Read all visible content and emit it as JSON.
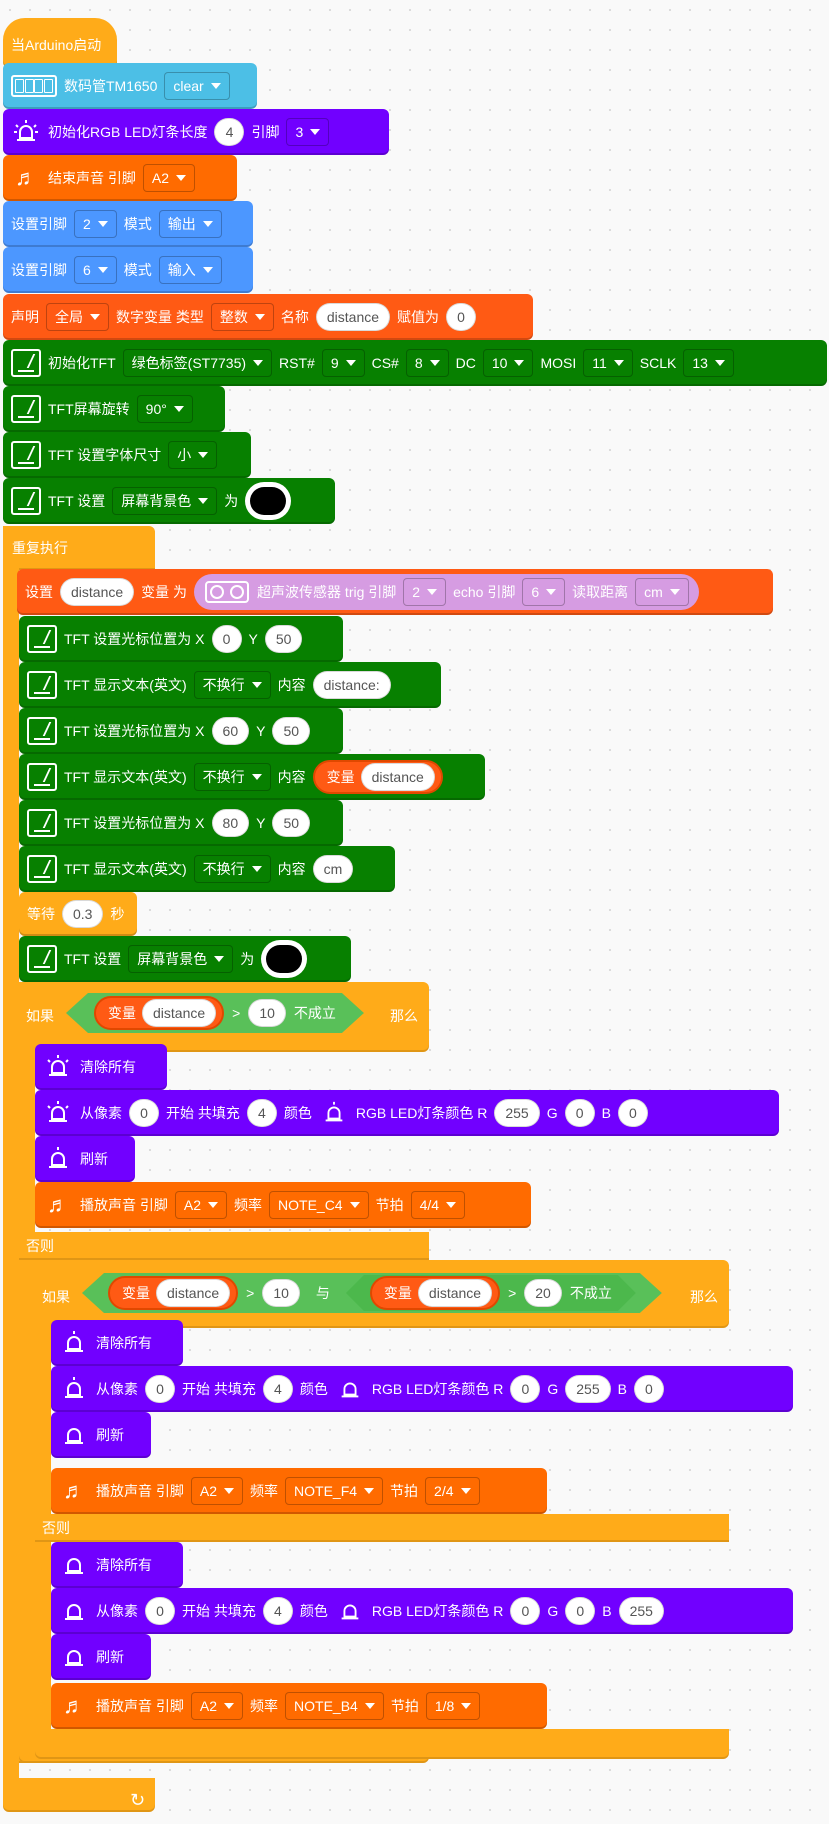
{
  "hat": {
    "label": "当Arduino启动"
  },
  "tm1650": {
    "label": "数码管TM1650",
    "value": "clear"
  },
  "rgb_init": {
    "label": "初始化RGB LED灯条长度",
    "length": "4",
    "pin_label": "引脚",
    "pin": "3"
  },
  "end_tone": {
    "label": "结束声音 引脚",
    "pin": "A2"
  },
  "pin_mode_1": {
    "label": "设置引脚",
    "pin": "2",
    "mode_label": "模式",
    "mode": "输出"
  },
  "pin_mode_2": {
    "label": "设置引脚",
    "pin": "6",
    "mode_label": "模式",
    "mode": "输入"
  },
  "declare": {
    "label": "声明",
    "scope": "全局",
    "type_label": "数字变量 类型",
    "type": "整数",
    "name_label": "名称",
    "name": "distance",
    "assign_label": "赋值为",
    "value": "0"
  },
  "tft_init": {
    "label": "初始化TFT",
    "model": "绿色标签(ST7735)",
    "rst_label": "RST#",
    "rst": "9",
    "cs_label": "CS#",
    "cs": "8",
    "dc_label": "DC",
    "dc": "10",
    "mosi_label": "MOSI",
    "mosi": "11",
    "sclk_label": "SCLK",
    "sclk": "13"
  },
  "tft_rotate": {
    "label": "TFT屏幕旋转",
    "value": "90°"
  },
  "tft_font": {
    "label": "TFT 设置字体尺寸",
    "value": "小"
  },
  "tft_bg": {
    "label": "TFT 设置",
    "option": "屏幕背景色",
    "to_label": "为",
    "color": "#000000"
  },
  "loop": {
    "label": "重复执行"
  },
  "set_var": {
    "label": "设置",
    "var": "distance",
    "var_label": "变量 为",
    "sensor_label": "超声波传感器 trig 引脚",
    "trig": "2",
    "echo_label": "echo 引脚",
    "echo": "6",
    "read_label": "读取距离",
    "unit": "cm"
  },
  "cursor1": {
    "label": "TFT 设置光标位置为 X",
    "x": "0",
    "y_label": "Y",
    "y": "50"
  },
  "text1": {
    "label": "TFT 显示文本(英文)",
    "mode": "不换行",
    "content_label": "内容",
    "content": "distance:"
  },
  "cursor2": {
    "label": "TFT 设置光标位置为 X",
    "x": "60",
    "y_label": "Y",
    "y": "50"
  },
  "text2": {
    "label": "TFT 显示文本(英文)",
    "mode": "不换行",
    "content_label": "内容",
    "var_label": "变量",
    "var": "distance"
  },
  "cursor3": {
    "label": "TFT 设置光标位置为 X",
    "x": "80",
    "y_label": "Y",
    "y": "50"
  },
  "text3": {
    "label": "TFT 显示文本(英文)",
    "mode": "不换行",
    "content_label": "内容",
    "content": "cm"
  },
  "wait": {
    "label": "等待",
    "value": "0.3",
    "unit": "秒"
  },
  "tft_bg2": {
    "label": "TFT 设置",
    "option": "屏幕背景色",
    "to_label": "为",
    "color": "#000000"
  },
  "if1": {
    "if_label": "如果",
    "var_label": "变量",
    "var": "distance",
    "op": ">",
    "value": "10",
    "not_label": "不成立",
    "then_label": "那么",
    "else_label": "否则"
  },
  "clear_all": {
    "label": "清除所有"
  },
  "fill1": {
    "label": "从像素",
    "start": "0",
    "mid_label": "开始 共填充",
    "count": "4",
    "color_label": "颜色",
    "rgb_label": "RGB LED灯条颜色 R",
    "r": "255",
    "g_label": "G",
    "g": "0",
    "b_label": "B",
    "b": "0"
  },
  "refresh": {
    "label": "刷新"
  },
  "tone1": {
    "label": "播放声音 引脚",
    "pin": "A2",
    "freq_label": "频率",
    "freq": "NOTE_C4",
    "beat_label": "节拍",
    "beat": "4/4"
  },
  "if2": {
    "if_label": "如果",
    "var_label": "变量",
    "var": "distance",
    "op": ">",
    "value1": "10",
    "and_label": "与",
    "value2": "20",
    "not_label": "不成立",
    "then_label": "那么",
    "else_label": "否则"
  },
  "fill2": {
    "label": "从像素",
    "start": "0",
    "mid_label": "开始 共填充",
    "count": "4",
    "color_label": "颜色",
    "rgb_label": "RGB LED灯条颜色 R",
    "r": "0",
    "g_label": "G",
    "g": "255",
    "b_label": "B",
    "b": "0"
  },
  "tone2": {
    "label": "播放声音 引脚",
    "pin": "A2",
    "freq_label": "频率",
    "freq": "NOTE_F4",
    "beat_label": "节拍",
    "beat": "2/4"
  },
  "fill3": {
    "label": "从像素",
    "start": "0",
    "mid_label": "开始 共填充",
    "count": "4",
    "color_label": "颜色",
    "rgb_label": "RGB LED灯条颜色 R",
    "r": "0",
    "g_label": "G",
    "g": "0",
    "b_label": "B",
    "b": "255"
  },
  "tone3": {
    "label": "播放声音 引脚",
    "pin": "A2",
    "freq_label": "频率",
    "freq": "NOTE_B4",
    "beat_label": "节拍",
    "beat": "1/8"
  },
  "icons": {
    "tm1650": "seven-segment-icon",
    "rgb": "led-bulb-icon",
    "tone": "music-note-icon",
    "tft": "tft-screen-icon",
    "sensor": "ultrasonic-sensor-icon",
    "loop": "loop-arrow-icon"
  }
}
